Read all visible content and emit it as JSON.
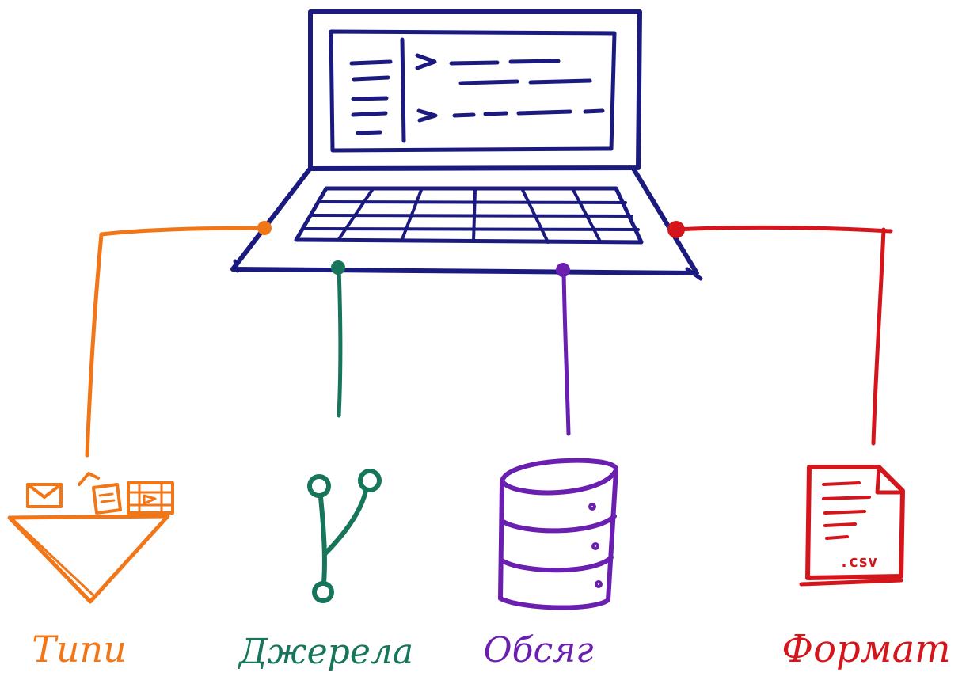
{
  "colors": {
    "laptop": "#1b1a7e",
    "types": "#f07618",
    "sources": "#16755a",
    "volume": "#6a1fb0",
    "format": "#d4161c"
  },
  "laptop": {
    "icon": "laptop-icon"
  },
  "nodes": [
    {
      "id": "types",
      "label": "Типи",
      "icon": "funnel-icon"
    },
    {
      "id": "sources",
      "label": "Джерела",
      "icon": "git-branch-icon"
    },
    {
      "id": "volume",
      "label": "Обсяг",
      "icon": "database-icon"
    },
    {
      "id": "format",
      "label": "Формат",
      "icon": "csv-file-icon",
      "file_ext": ".csv"
    }
  ]
}
